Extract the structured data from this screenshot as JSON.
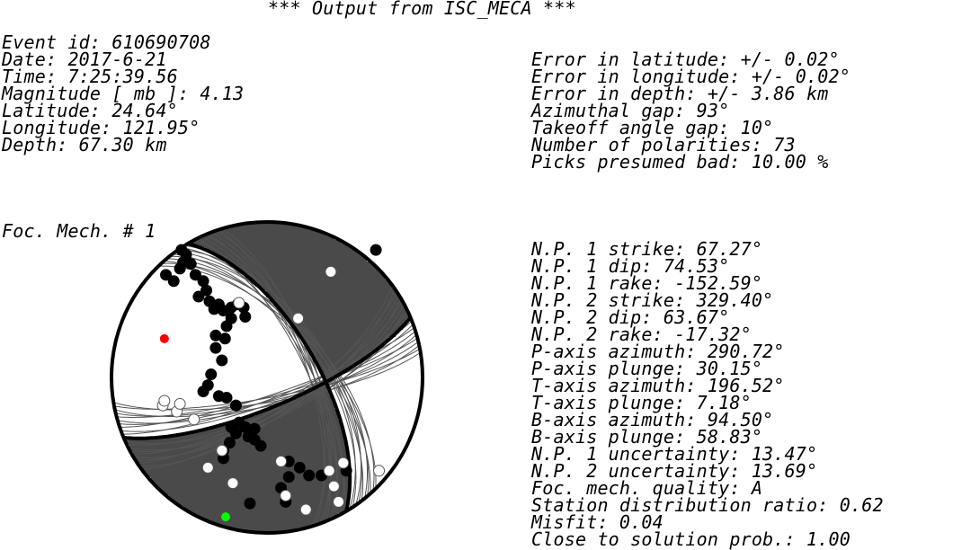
{
  "title": "*** Output from ISC_MECA ***",
  "event_lines": [
    "Event id: 610690708",
    "Date: 2017-6-21",
    "Time: 7:25:39.56",
    "Magnitude [ mb ]: 4.13",
    "Latitude: 24.64°",
    "Longitude: 121.95°",
    "Depth: 67.30 km"
  ],
  "error_lines": [
    "Error in latitude: +/- 0.02°",
    "Error in longitude: +/- 0.02°",
    "Error in depth: +/- 3.86 km",
    "Azimuthal gap: 93°",
    "Takeoff angle gap: 10°",
    "Number of polarities: 73",
    "Picks presumed bad: 10.00 %"
  ],
  "mech_label": "Foc. Mech. # 1",
  "parameter_lines": [
    "N.P. 1 strike: 67.27°",
    "N.P. 1 dip: 74.53°",
    "N.P. 1 rake: -152.59°",
    "N.P. 2 strike: 329.40°",
    "N.P. 2 dip: 63.67°",
    "N.P. 2 rake: -17.32°",
    "P-axis azimuth: 290.72°",
    "P-axis plunge: 30.15°",
    "T-axis azimuth: 196.52°",
    "T-axis plunge: 7.18°",
    "B-axis azimuth: 94.50°",
    "B-axis plunge: 58.83°",
    "N.P. 1 uncertainty: 13.47°",
    "N.P. 2 uncertainty: 13.69°",
    "Foc. mech. quality: A",
    "Station distribution ratio: 0.62",
    "Misfit: 0.04",
    "Close to solution prob.: 1.00"
  ],
  "focal_mechanism": {
    "np1": {
      "strike": 67.27,
      "dip": 74.53,
      "uncertainty": 13.47
    },
    "np2": {
      "strike": 329.4,
      "dip": 63.67,
      "uncertainty": 13.69
    },
    "p_axis": {
      "azimuth": 290.72,
      "plunge": 30.15
    },
    "t_axis": {
      "azimuth": 196.52,
      "plunge": 7.18
    },
    "colors": {
      "compression": "#000000",
      "dilatation": "#ffffff",
      "uncertainty_lines": "#555555",
      "p_axis_marker": "#ff0000",
      "t_axis_marker": "#00ff00"
    }
  },
  "polarities": {
    "compressional": [
      [
        -0.55,
        0.82
      ],
      [
        -0.52,
        0.79
      ],
      [
        -0.54,
        0.74
      ],
      [
        -0.49,
        0.73
      ],
      [
        -0.56,
        0.7
      ],
      [
        -0.65,
        0.66
      ],
      [
        -0.6,
        0.62
      ],
      [
        -0.46,
        0.66
      ],
      [
        -0.41,
        0.62
      ],
      [
        -0.39,
        0.56
      ],
      [
        -0.44,
        0.52
      ],
      [
        -0.37,
        0.49
      ],
      [
        -0.31,
        0.47
      ],
      [
        -0.34,
        0.44
      ],
      [
        -0.28,
        0.43
      ],
      [
        -0.23,
        0.45
      ],
      [
        -0.19,
        0.47
      ],
      [
        -0.15,
        0.45
      ],
      [
        -0.23,
        0.38
      ],
      [
        -0.14,
        0.39
      ],
      [
        -0.26,
        0.33
      ],
      [
        -0.33,
        0.27
      ],
      [
        -0.27,
        0.25
      ],
      [
        -0.33,
        0.19
      ],
      [
        -0.29,
        0.11
      ],
      [
        -0.36,
        0.02
      ],
      [
        -0.41,
        -0.09
      ],
      [
        -0.2,
        -0.18
      ],
      [
        -0.26,
        -0.13
      ],
      [
        -0.31,
        -0.12
      ],
      [
        -0.38,
        -0.05
      ],
      [
        -0.08,
        -0.33
      ],
      [
        -0.14,
        -0.32
      ],
      [
        -0.18,
        -0.29
      ],
      [
        -0.12,
        -0.38
      ],
      [
        -0.23,
        -0.32
      ],
      [
        -0.08,
        -0.4
      ],
      [
        -0.04,
        -0.44
      ],
      [
        0.14,
        -0.54
      ],
      [
        0.21,
        -0.58
      ],
      [
        -0.28,
        -0.52
      ],
      [
        -0.2,
        -0.36
      ],
      [
        -0.24,
        -0.42
      ],
      [
        -0.28,
        -0.47
      ],
      [
        0.27,
        -0.63
      ],
      [
        0.51,
        -0.6
      ],
      [
        0.35,
        -0.63
      ],
      [
        0.14,
        -0.64
      ],
      [
        0.09,
        -0.71
      ],
      [
        0.12,
        -0.8
      ],
      [
        -0.11,
        -0.81
      ],
      [
        0.7,
        0.82
      ]
    ],
    "dilatational": [
      [
        0.72,
        -0.6
      ],
      [
        0.43,
        -0.7
      ],
      [
        0.46,
        -0.8
      ],
      [
        0.4,
        -0.6
      ],
      [
        0.25,
        -0.85
      ],
      [
        0.12,
        -0.76
      ],
      [
        0.09,
        -0.54
      ],
      [
        -0.22,
        -0.68
      ],
      [
        -0.29,
        -0.47
      ],
      [
        -0.47,
        -0.27
      ],
      [
        -0.58,
        -0.22
      ],
      [
        -0.67,
        -0.18
      ],
      [
        -0.66,
        -0.15
      ],
      [
        -0.56,
        -0.17
      ],
      [
        0.49,
        -0.55
      ],
      [
        -0.38,
        -0.58
      ],
      [
        0.41,
        0.68
      ],
      [
        -0.18,
        0.48
      ],
      [
        0.2,
        0.38
      ]
    ],
    "marker_size": 6
  }
}
